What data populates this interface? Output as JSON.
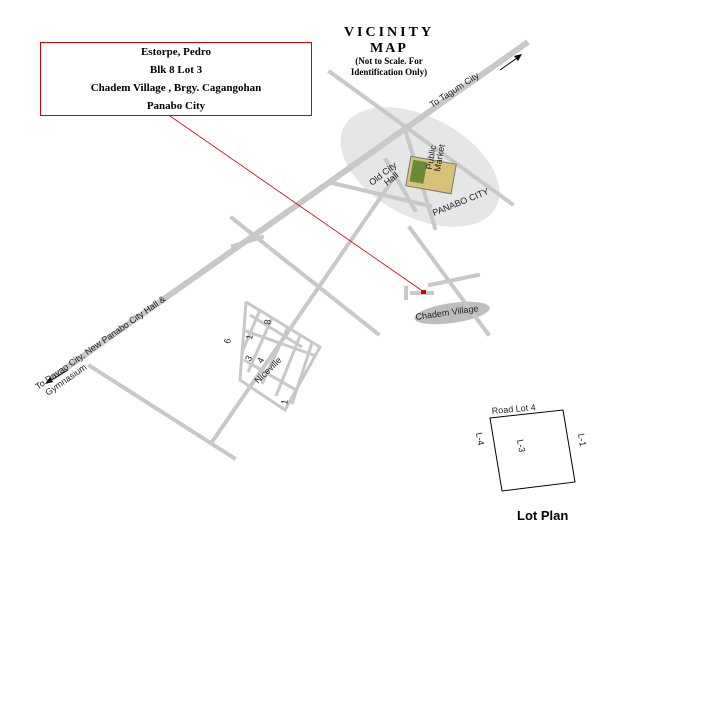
{
  "title": {
    "line1": "VICINITY",
    "line2": "MAP",
    "note_line1": "(Not to Scale. For",
    "note_line2": "Identification Only)"
  },
  "owner": {
    "name": "Estorpe, Pedro",
    "block_lot": "Blk 8 Lot 3",
    "address": "Chadem Village , Brgy.  Cagangohan",
    "city": "Panabo City"
  },
  "labels": {
    "to_tagum": "To Tagum City",
    "to_davao": "To Davao City, New Panabo City Hall &",
    "gymnasium": "Gymnasium",
    "old_city_hall_1": "Old City",
    "old_city_hall_2": "Hall",
    "public_market_1": "Public",
    "public_market_2": "Market",
    "panabo_city": "PANABO CITY",
    "chadem_village": "Chadem Village",
    "niceville": "Niceville",
    "block_6": "6",
    "block_1": "1",
    "block_8": "8",
    "block_3": "3",
    "block_4": "4",
    "block_1b": "1"
  },
  "lot_plan": {
    "title": "Lot Plan",
    "road": "Road Lot 4",
    "left": "L-4",
    "right": "L-1",
    "center": "L-3"
  },
  "colors": {
    "road": "#c8c8c8",
    "highlight_ellipse": "#e6e6e6",
    "pointer": "#d40000"
  }
}
